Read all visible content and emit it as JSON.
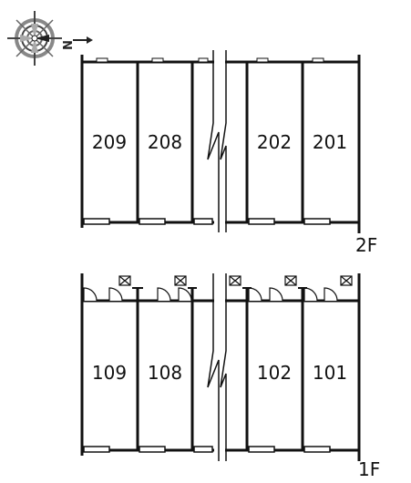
{
  "compass": {
    "direction_label": "N",
    "icon": "compass-rose-icon"
  },
  "floors": [
    {
      "label": "2F",
      "units_left": [
        "209",
        "208"
      ],
      "units_right": [
        "202",
        "201"
      ]
    },
    {
      "label": "1F",
      "units_left": [
        "109",
        "108"
      ],
      "units_right": [
        "102",
        "101"
      ]
    }
  ],
  "colors": {
    "wall": "#111111",
    "background": "#ffffff"
  }
}
